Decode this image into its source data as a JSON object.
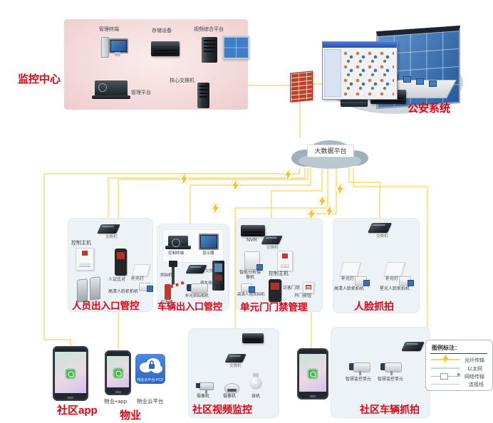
{
  "mc": {
    "title": "监控中心",
    "terminal": "管理终端",
    "storage": "存储设备",
    "video_platform": "视频综合平台",
    "core_switch": "核心交换机",
    "mgmt_platform": "管理平台"
  },
  "police": {
    "title": "公安系统"
  },
  "cloud": {
    "label": "大数据平台"
  },
  "z1": {
    "title": "人员出入口管控",
    "switch": "交换机",
    "control_host": "控制主机",
    "id_compare": "人证比对",
    "fill_light": "补光灯",
    "face_camera": "高清人脸抓拍机"
  },
  "z2": {
    "title": "车辆出入口管控",
    "control_terminal": "控制终端",
    "monitor": "显示器",
    "capture_camera": "抓拍机",
    "switch": "交换机",
    "barrier": "拦车器",
    "parking_robot": "停车场机器人",
    "fill_capture_camera": "补光抓拍相机"
  },
  "z3": {
    "title": "单元门门禁管理",
    "nvr": "NVR",
    "switch": "交换机",
    "control_host": "控制主机",
    "analysis_camera": "智能分析摄像机",
    "visitor_access": "访客门禁",
    "door_button": "开门按钮",
    "face_camera": "高清人脸抓拍机"
  },
  "z4": {
    "title": "人脸抓拍",
    "switch": "交换机",
    "fill_light_left": "补光灯",
    "fill_light_right": "补光灯",
    "camera_left": "高清人脸抓拍机",
    "camera_right": "星光人脸抓拍机"
  },
  "b1": {
    "title": "社区app"
  },
  "b2": {
    "title": "物业",
    "app_label": "物业+app",
    "cloud_label": "物业云平台",
    "cloud_badge": "物业云平台-PCP"
  },
  "b3": {
    "title": "社区视频监控",
    "switch": "交换机",
    "camera1": "摄像机",
    "camera2": "摄像机",
    "camera3": "球机"
  },
  "b4": {
    "title": "社区车辆抓拍",
    "unit1": "智慧监控单元",
    "unit2": "智慧监控单元"
  },
  "legend": {
    "title": "图例标注：",
    "fiber": "光纤传输",
    "ethernet": "以太网",
    "network": "网络传输",
    "plain": "连接线"
  },
  "colors": {
    "accent_red": "#e60012",
    "fiber_line": "#ffd24d",
    "ethernet_line": "#bfe0d0",
    "bus": "#8fb8d4"
  }
}
